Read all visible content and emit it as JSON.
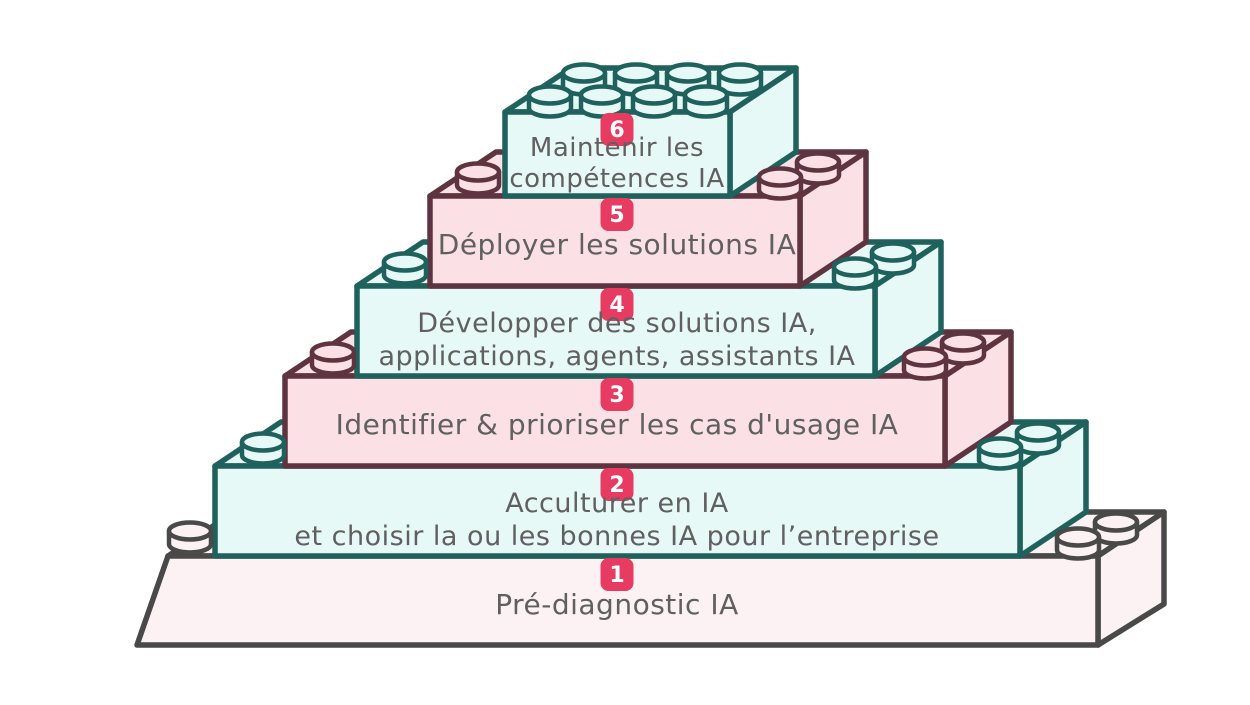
{
  "diagram": {
    "kind": "lego-brick-pyramid",
    "levels": [
      {
        "number": "1",
        "scheme": "base",
        "lines": [
          "Pré-diagnostic IA"
        ]
      },
      {
        "number": "2",
        "scheme": "cyan",
        "lines": [
          "Acculturer en IA",
          "et choisir la ou les bonnes IA pour l’entreprise"
        ]
      },
      {
        "number": "3",
        "scheme": "pink",
        "lines": [
          "Identifier & prioriser les cas d'usage IA"
        ]
      },
      {
        "number": "4",
        "scheme": "cyan",
        "lines": [
          "Développer des solutions IA,",
          "applications, agents, assistants IA"
        ]
      },
      {
        "number": "5",
        "scheme": "pink",
        "lines": [
          "Déployer les solutions IA"
        ]
      },
      {
        "number": "6",
        "scheme": "cyan",
        "lines": [
          "Maintenir les",
          "compétences IA"
        ]
      }
    ]
  },
  "colors": {
    "badge_fill": "#e73b61",
    "badge_text": "#ffffff",
    "label_text": "#606060",
    "cyan_fill": "#e7f9f6",
    "cyan_outline": "#1f615c",
    "pink_fill": "#fbe1e6",
    "pink_outline": "#5e3440",
    "base_fill": "#fcf1f3",
    "base_outline": "#494949",
    "background": "#ffffff"
  }
}
